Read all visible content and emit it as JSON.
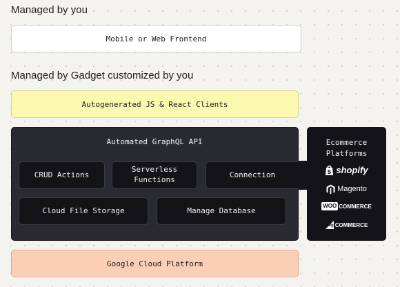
{
  "sections": {
    "managed_by_you": "Managed by you",
    "managed_by_gadget": "Managed by Gadget customized by you"
  },
  "boxes": {
    "frontend": "Mobile or Web Frontend",
    "clients": "Autogenerated JS & React Clients",
    "graphql_api": "Automated GraphQL API",
    "crud": "CRUD Actions",
    "serverless_line1": "Serverless",
    "serverless_line2": "Functions",
    "connection": "Connection",
    "file_storage": "Cloud File Storage",
    "database": "Manage Database",
    "cloud_platform": "Google Cloud Platform"
  },
  "ecommerce": {
    "title_line1": "Ecommerce",
    "title_line2": "Platforms",
    "platforms": [
      {
        "name": "shopify",
        "icon": "shopify-bag-icon"
      },
      {
        "name": "Magento",
        "icon": "magento-icon"
      },
      {
        "name_prefix": "WOO",
        "name_suffix": "COMMERCE",
        "icon": "woocommerce-badge-icon"
      },
      {
        "name_prefix": "big",
        "name_suffix": "COMMERCE",
        "icon": "bigcommerce-icon"
      }
    ]
  },
  "colors": {
    "background": "#f4f3f0",
    "frontend_fill": "#ffffff",
    "clients_fill": "#fbf8b0",
    "cloud_platform_fill": "#fbcfb6",
    "api_container_fill": "#2a2a33",
    "inner_box_fill": "#141418",
    "ecommerce_panel_fill": "#141418",
    "text_dark": "#1d1d1d",
    "text_light": "#f2f2f2"
  }
}
